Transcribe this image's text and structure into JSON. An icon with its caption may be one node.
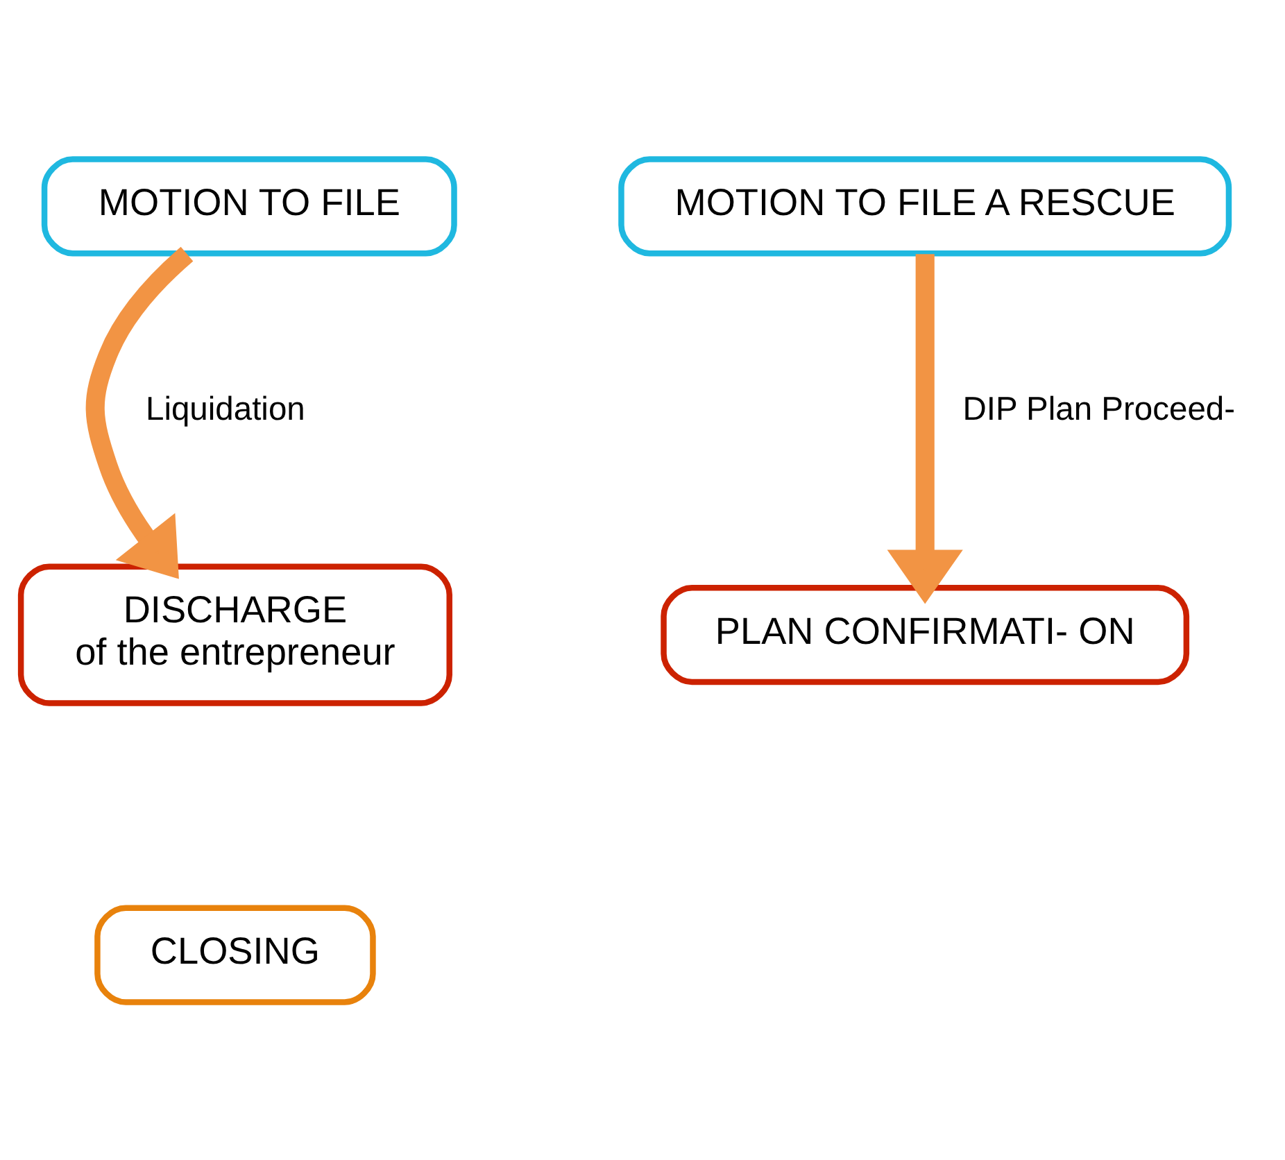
{
  "diagram": {
    "nodes": [
      {
        "text": [
          "MOTION TO FILE"
        ]
      },
      {
        "text": [
          "MOTION TO FILE A RESCUE"
        ]
      },
      {
        "text": [
          "DISCHARGE",
          "of the entrepreneur"
        ]
      },
      {
        "text": [
          "PLAN CONFIRMATI- ON"
        ]
      },
      {
        "text": [
          "CLOSING"
        ]
      }
    ],
    "edges": [
      {
        "from": 0,
        "to": 2,
        "arrow": "to",
        "label": "Liquidation"
      },
      {
        "from": 1,
        "to": 3,
        "arrow": "to",
        "label": "DIP Plan Proceed-"
      }
    ]
  }
}
